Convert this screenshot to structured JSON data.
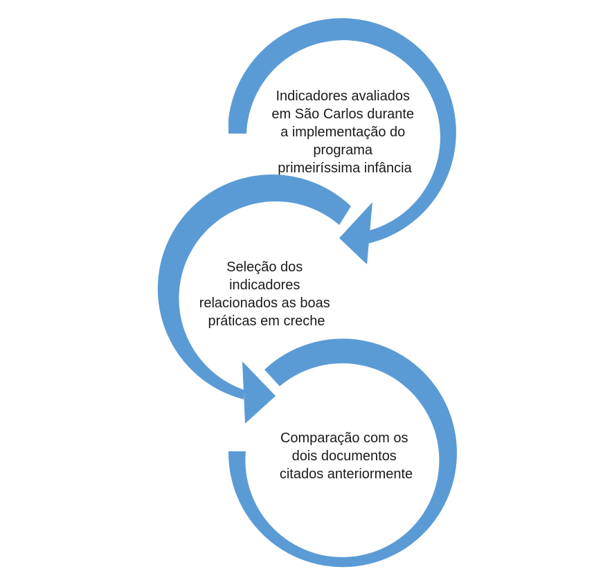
{
  "theme": {
    "arrow_color": "#5b9bd5",
    "text_color": "#1a1a1a",
    "background": "#ffffff"
  },
  "steps": [
    {
      "lines": [
        "Indicadores avaliados",
        "em São Carlos durante",
        "a implementação do",
        "programa",
        "primeiríssima infância"
      ]
    },
    {
      "lines": [
        "Seleção dos",
        "indicadores",
        "relacionados as boas",
        "práticas em creche"
      ]
    },
    {
      "lines": [
        "Comparação com os",
        "dois documentos",
        "citados anteriormente"
      ]
    }
  ]
}
